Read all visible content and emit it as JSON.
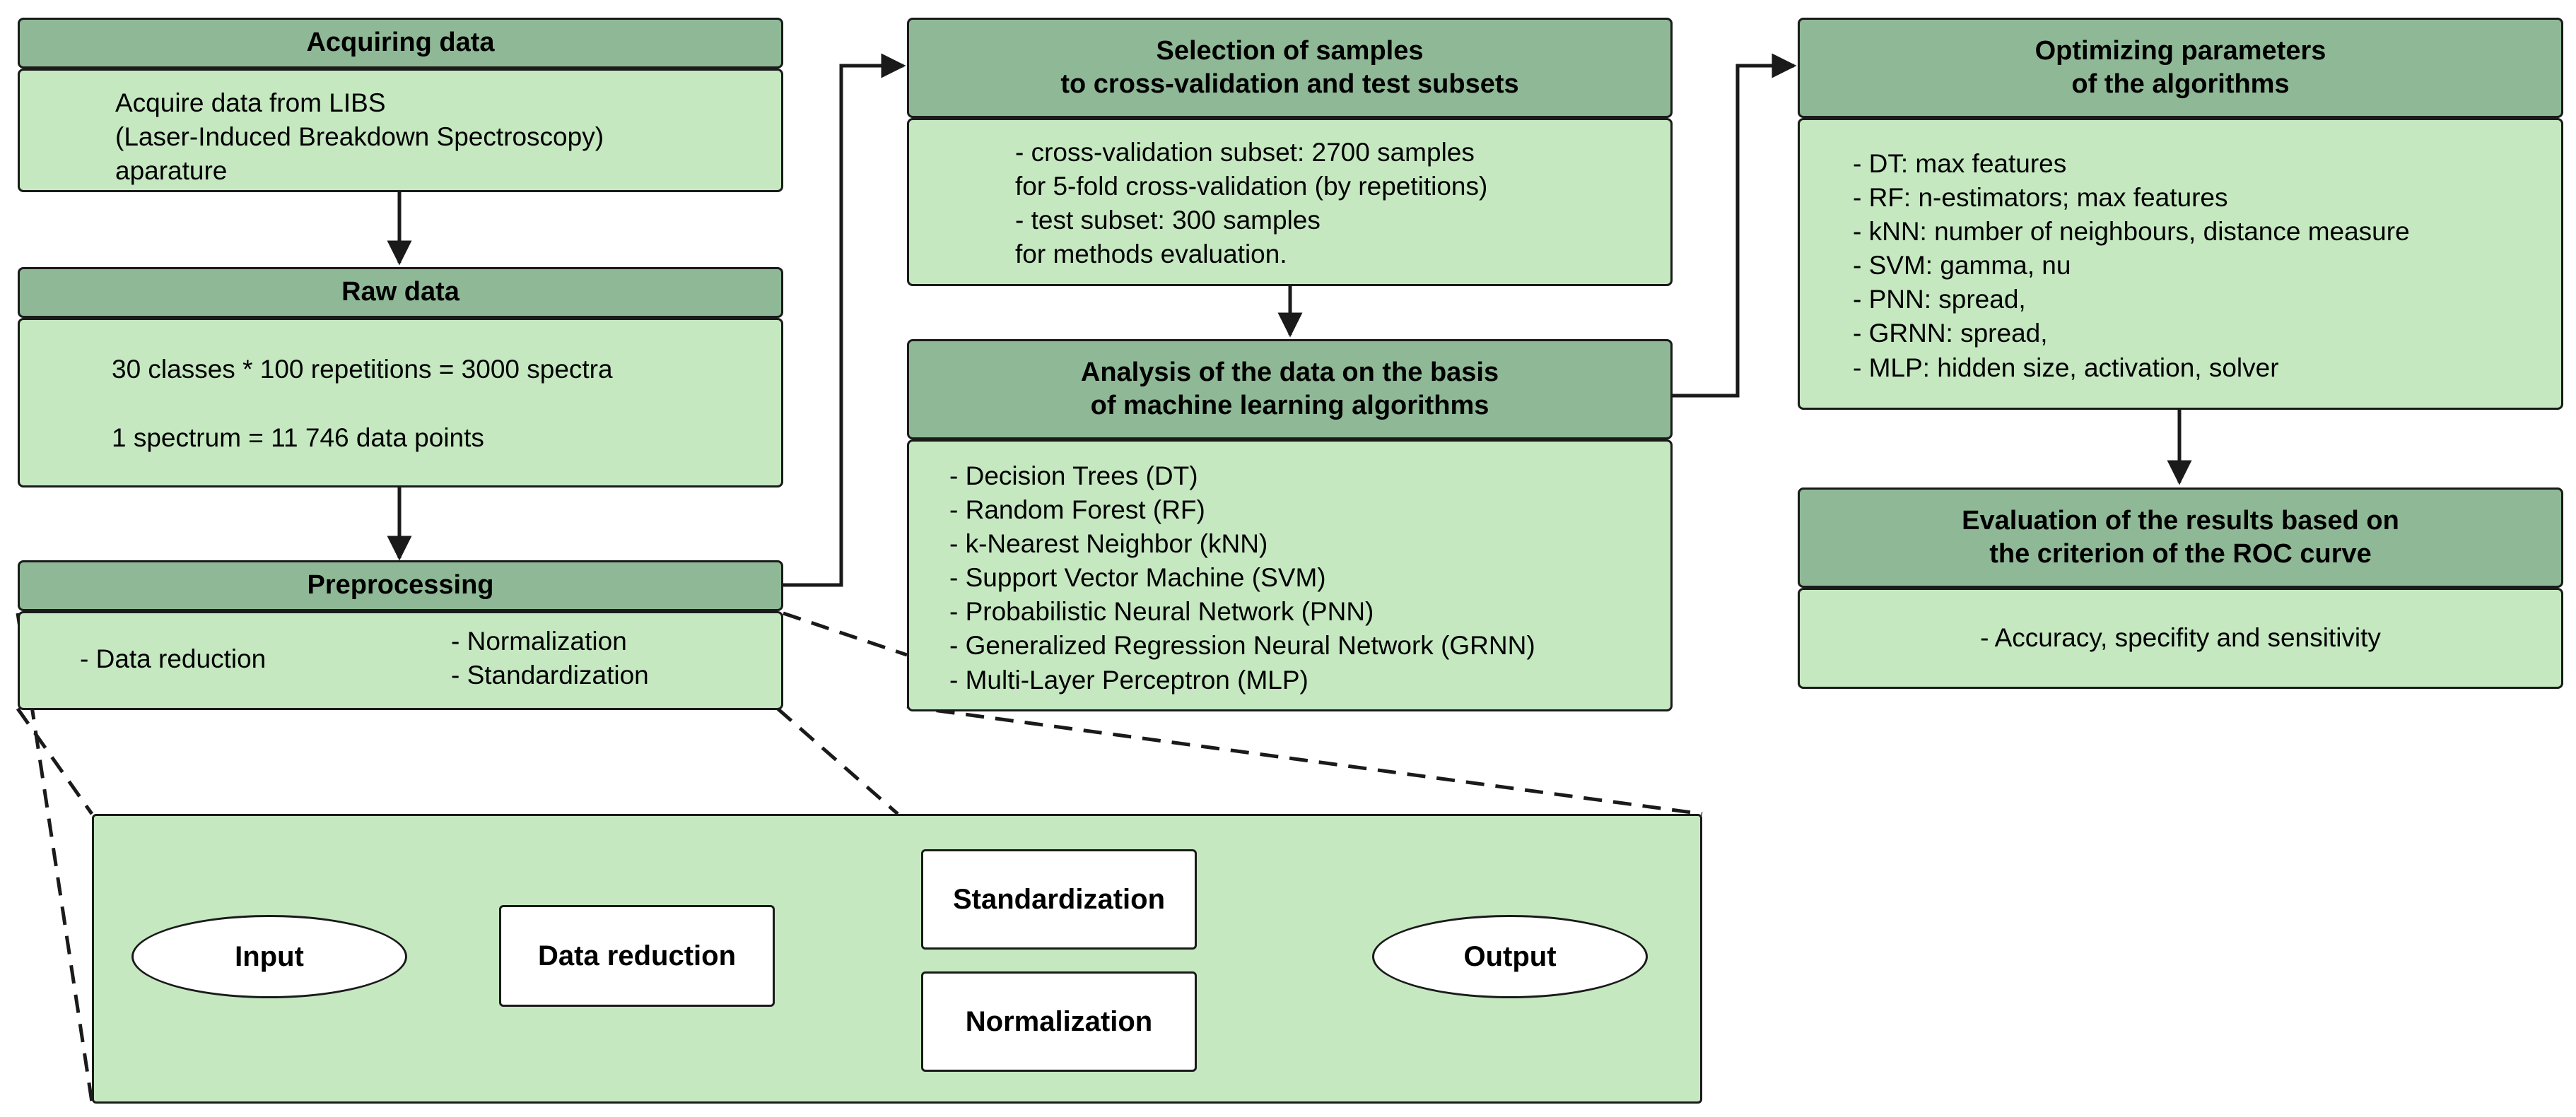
{
  "acquiring": {
    "title": "Acquiring data",
    "lines": [
      "Acquire data from LIBS",
      "(Laser-Induced Breakdown Spectroscopy)",
      "aparature"
    ]
  },
  "raw": {
    "title": "Raw data",
    "lines": [
      "30 classes * 100 repetitions = 3000 spectra",
      "1 spectrum = 11 746 data points"
    ]
  },
  "preprocessing": {
    "title": "Preprocessing",
    "left": "- Data reduction",
    "right": [
      "- Normalization",
      "- Standardization"
    ]
  },
  "selection": {
    "title": [
      "Selection of samples",
      "to cross-validation and test subsets"
    ],
    "lines": [
      "- cross-validation subset: 2700 samples",
      "for 5-fold cross-validation (by repetitions)",
      "- test subset: 300 samples",
      "for methods evaluation."
    ]
  },
  "analysis": {
    "title": [
      "Analysis of the data on the basis",
      "of machine learning algorithms"
    ],
    "lines": [
      "- Decision Trees (DT)",
      "- Random Forest (RF)",
      "- k-Nearest Neighbor (kNN)",
      "- Support Vector Machine (SVM)",
      "- Probabilistic Neural Network (PNN)",
      "- Generalized Regression Neural Network (GRNN)",
      "- Multi-Layer Perceptron (MLP)"
    ]
  },
  "optimizing": {
    "title": [
      "Optimizing parameters",
      "of the algorithms"
    ],
    "lines": [
      "- DT: max features",
      "- RF: n-estimators; max features",
      "- kNN: number of neighbours, distance measure",
      "- SVM: gamma, nu",
      "- PNN: spread,",
      "- GRNN: spread,",
      "- MLP: hidden size, activation, solver"
    ]
  },
  "evaluation": {
    "title": [
      "Evaluation of the results based on",
      "the criterion of the ROC curve"
    ],
    "lines": [
      "- Accuracy, specifity and sensitivity"
    ]
  },
  "flow": {
    "input": "Input",
    "data_reduction": "Data reduction",
    "standardization": "Standardization",
    "normalization": "Normalization",
    "output": "Output"
  },
  "colors": {
    "header": "#8fb996",
    "body": "#c5e8c1",
    "stroke": "#1a1a1a"
  }
}
